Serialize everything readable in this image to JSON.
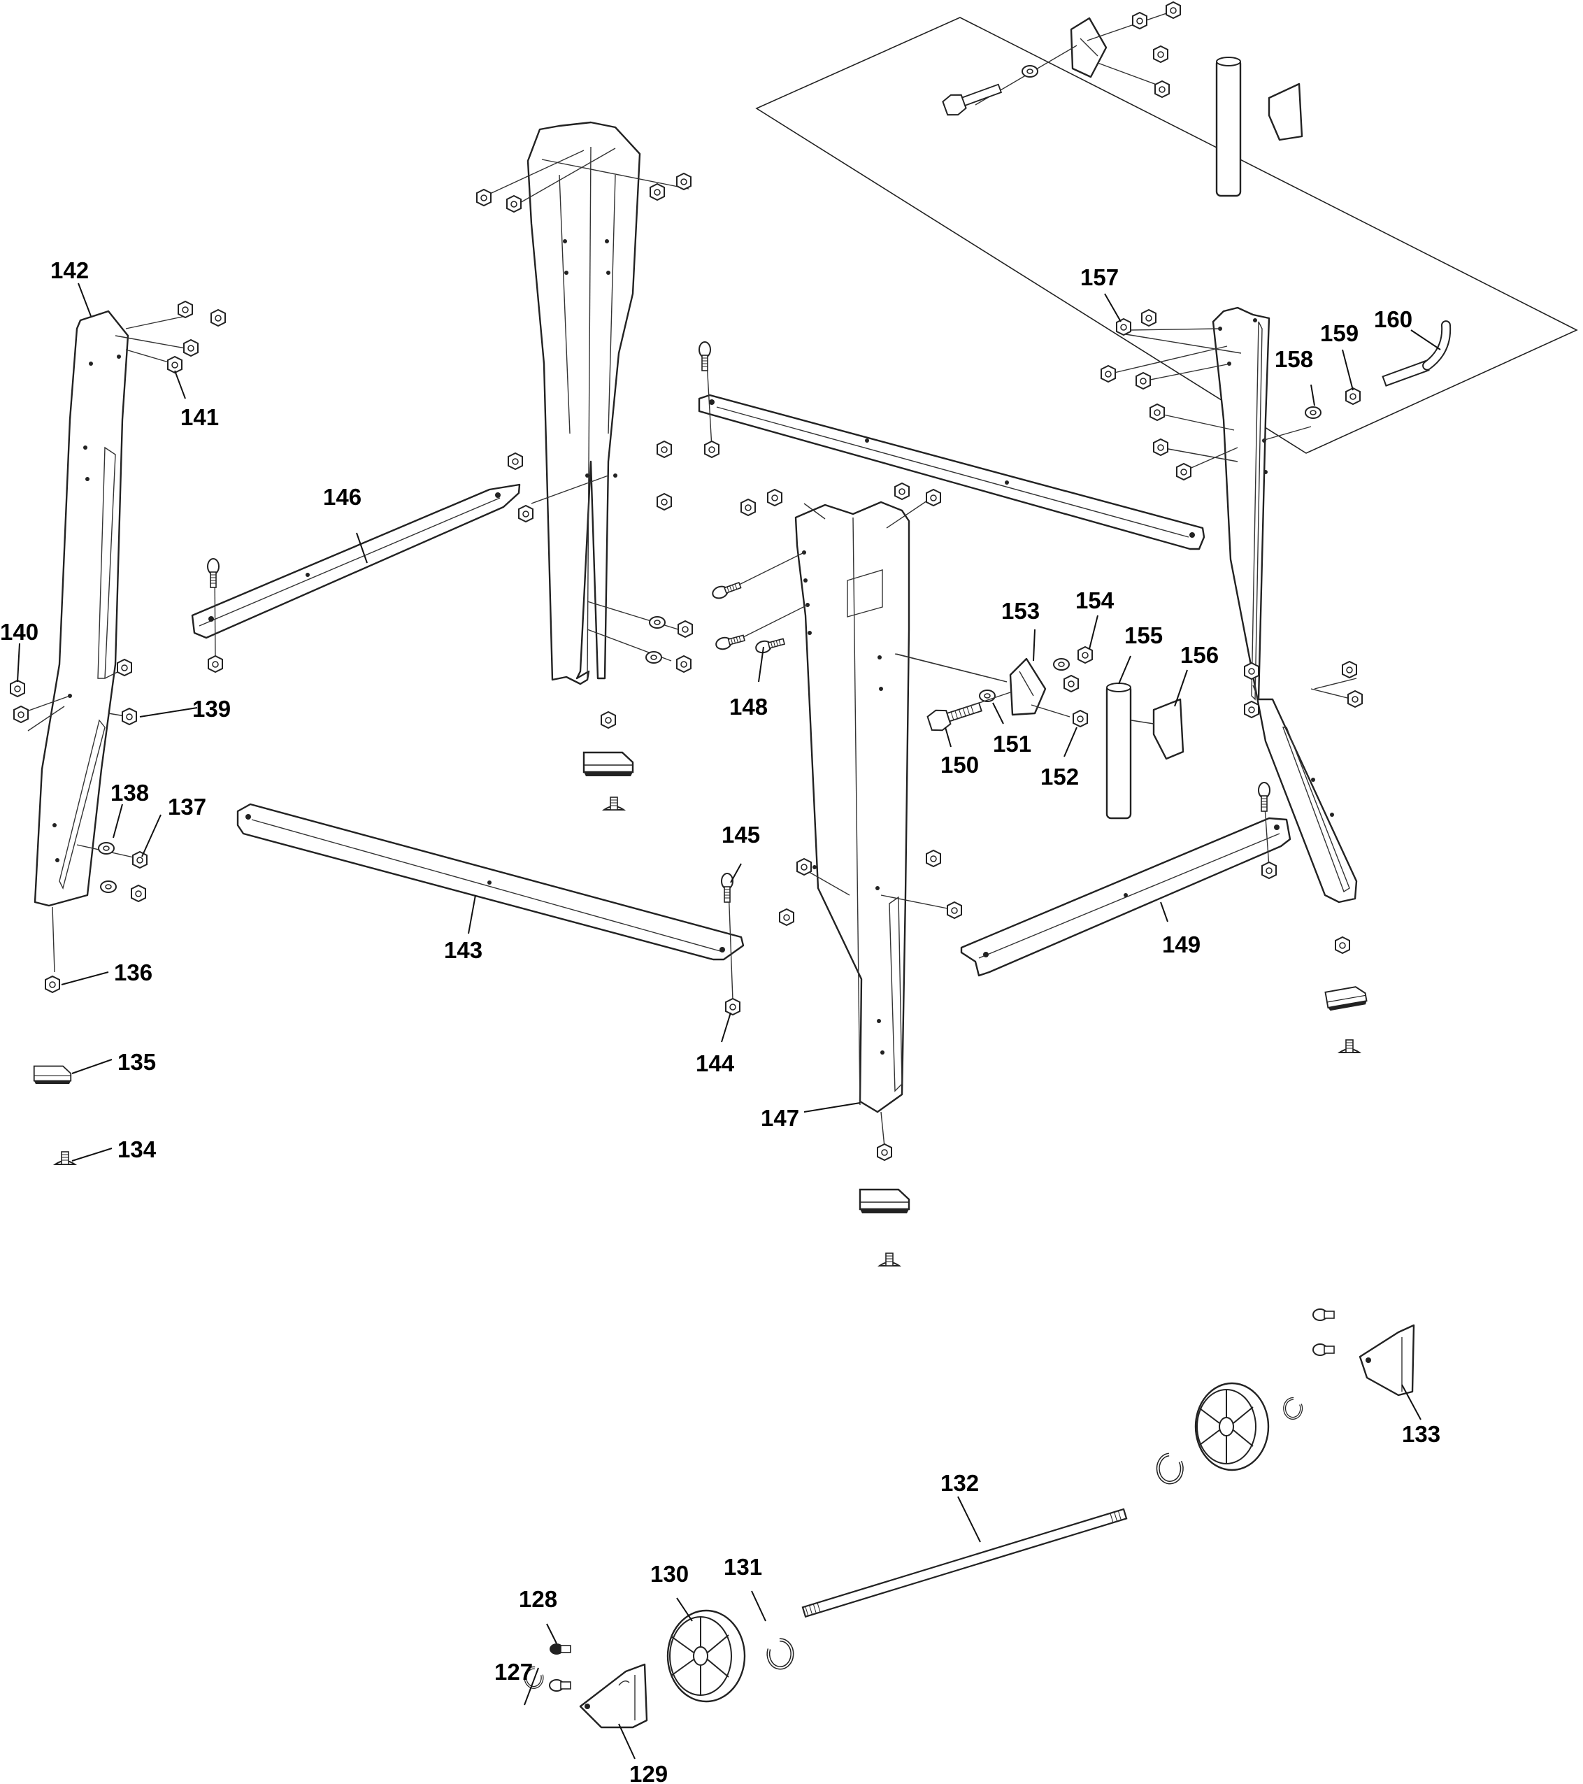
{
  "callouts": [
    {
      "id": "127",
      "label": "127"
    },
    {
      "id": "128",
      "label": "128"
    },
    {
      "id": "129",
      "label": "129"
    },
    {
      "id": "130",
      "label": "130"
    },
    {
      "id": "131",
      "label": "131"
    },
    {
      "id": "132",
      "label": "132"
    },
    {
      "id": "133",
      "label": "133"
    },
    {
      "id": "134",
      "label": "134"
    },
    {
      "id": "135",
      "label": "135"
    },
    {
      "id": "136",
      "label": "136"
    },
    {
      "id": "137",
      "label": "137"
    },
    {
      "id": "138",
      "label": "138"
    },
    {
      "id": "139",
      "label": "139"
    },
    {
      "id": "140",
      "label": "140"
    },
    {
      "id": "141",
      "label": "141"
    },
    {
      "id": "142",
      "label": "142"
    },
    {
      "id": "143",
      "label": "143"
    },
    {
      "id": "144",
      "label": "144"
    },
    {
      "id": "145",
      "label": "145"
    },
    {
      "id": "146",
      "label": "146"
    },
    {
      "id": "147",
      "label": "147"
    },
    {
      "id": "148",
      "label": "148"
    },
    {
      "id": "149",
      "label": "149"
    },
    {
      "id": "150",
      "label": "150"
    },
    {
      "id": "151",
      "label": "151"
    },
    {
      "id": "152",
      "label": "152"
    },
    {
      "id": "153",
      "label": "153"
    },
    {
      "id": "154",
      "label": "154"
    },
    {
      "id": "155",
      "label": "155"
    },
    {
      "id": "156",
      "label": "156"
    },
    {
      "id": "157",
      "label": "157"
    },
    {
      "id": "158",
      "label": "158"
    },
    {
      "id": "159",
      "label": "159"
    },
    {
      "id": "160",
      "label": "160"
    }
  ]
}
